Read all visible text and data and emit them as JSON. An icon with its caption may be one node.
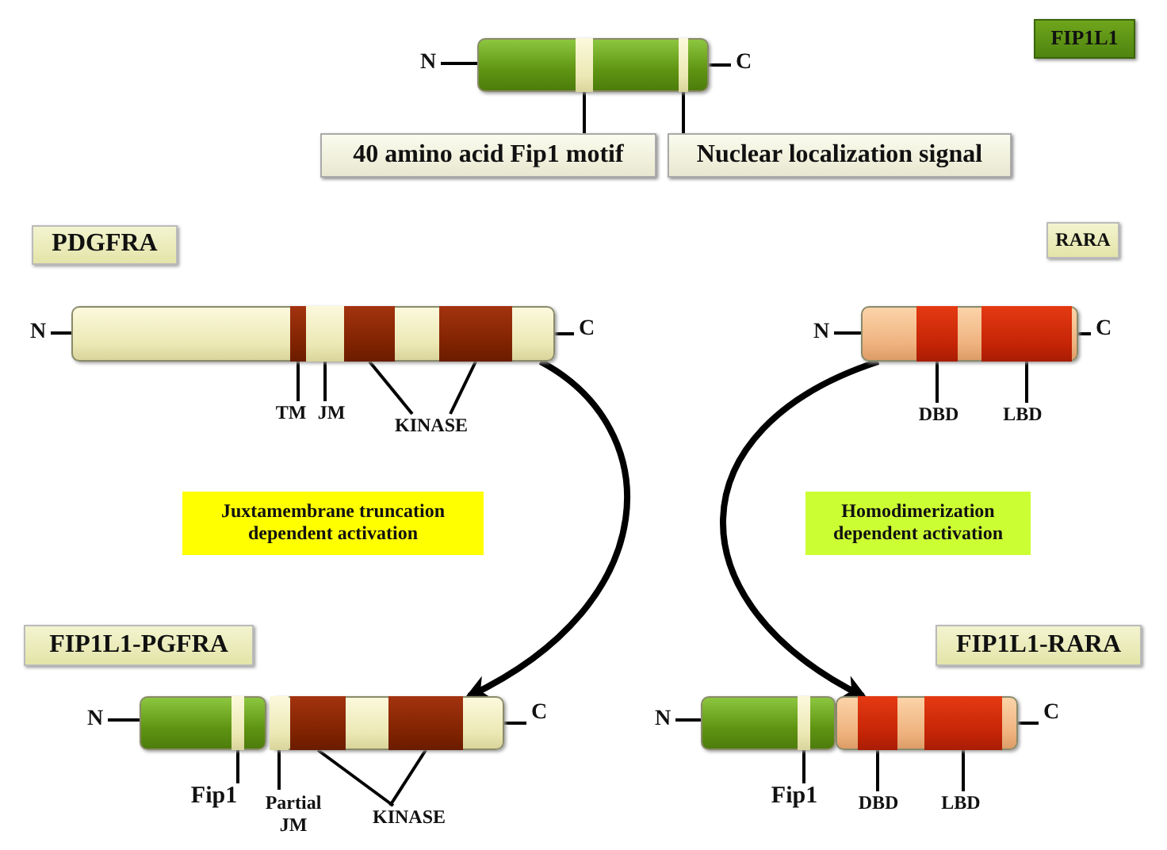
{
  "diagram": {
    "nodes": [
      {
        "text": [
          "FIP1L1"
        ]
      },
      {
        "text": [],
        "shape": "bar"
      },
      {
        "text": [],
        "shape": "bar",
        "in": 1
      },
      {
        "text": [],
        "shape": "bar",
        "in": 1
      },
      {
        "text": [
          "40 amino acid Fip1 motif"
        ]
      },
      {
        "text": [
          "Nuclear localization signal"
        ]
      },
      {
        "text": [
          "N"
        ]
      },
      {
        "text": [
          "C"
        ]
      },
      {
        "text": [
          "PDGFRA"
        ]
      },
      {
        "text": [],
        "shape": "bar"
      },
      {
        "text": [],
        "shape": "bar",
        "in": 9
      },
      {
        "text": [],
        "shape": "bar",
        "in": 9
      },
      {
        "text": [],
        "shape": "bar",
        "in": 9
      },
      {
        "text": [],
        "shape": "bar",
        "in": 9
      },
      {
        "text": [
          "TM"
        ]
      },
      {
        "text": [
          "JM"
        ]
      },
      {
        "text": [
          "KINASE"
        ]
      },
      {
        "text": [
          "N"
        ]
      },
      {
        "text": [
          "C"
        ]
      },
      {
        "text": [
          "RARA"
        ]
      },
      {
        "text": [],
        "shape": "bar"
      },
      {
        "text": [],
        "shape": "bar",
        "in": 20
      },
      {
        "text": [],
        "shape": "bar",
        "in": 20
      },
      {
        "text": [
          "DBD"
        ]
      },
      {
        "text": [
          "LBD"
        ]
      },
      {
        "text": [
          "N"
        ]
      },
      {
        "text": [
          "C"
        ]
      },
      {
        "text": [
          "Juxtamembrane truncation dependent activation"
        ]
      },
      {
        "text": [
          "Homodimerization dependent activation"
        ]
      },
      {
        "text": [
          "FIP1L1-PGFRA"
        ]
      },
      {
        "text": [],
        "shape": "bar"
      },
      {
        "text": [],
        "shape": "bar",
        "in": 30
      },
      {
        "text": [],
        "shape": "bar"
      },
      {
        "text": [],
        "shape": "bar",
        "in": 32
      },
      {
        "text": [],
        "shape": "bar",
        "in": 32
      },
      {
        "text": [],
        "shape": "bar",
        "in": 32
      },
      {
        "text": [
          "Fip1"
        ]
      },
      {
        "text": [
          "Partial JM"
        ]
      },
      {
        "text": [
          "KINASE"
        ]
      },
      {
        "text": [
          "N"
        ]
      },
      {
        "text": [
          "C"
        ]
      },
      {
        "text": [
          "FIP1L1-RARA"
        ]
      },
      {
        "text": [],
        "shape": "bar"
      },
      {
        "text": [],
        "shape": "bar",
        "in": 42
      },
      {
        "text": [],
        "shape": "bar"
      },
      {
        "text": [],
        "shape": "bar",
        "in": 44
      },
      {
        "text": [],
        "shape": "bar",
        "in": 44
      },
      {
        "text": [
          "Fip1"
        ]
      },
      {
        "text": [
          "DBD"
        ]
      },
      {
        "text": [
          "LBD"
        ]
      },
      {
        "text": [
          "N"
        ]
      },
      {
        "text": [
          "C"
        ]
      }
    ],
    "edges": [
      {
        "from": 2,
        "to": 4,
        "arrow": "none"
      },
      {
        "from": 3,
        "to": 5,
        "arrow": "none"
      },
      {
        "from": 6,
        "to": 1,
        "arrow": "none"
      },
      {
        "from": 1,
        "to": 7,
        "arrow": "none"
      },
      {
        "from": 10,
        "to": 14,
        "arrow": "none"
      },
      {
        "from": 11,
        "to": 15,
        "arrow": "none"
      },
      {
        "from": 12,
        "to": 16,
        "arrow": "none"
      },
      {
        "from": 13,
        "to": 16,
        "arrow": "none"
      },
      {
        "from": 17,
        "to": 9,
        "arrow": "none"
      },
      {
        "from": 9,
        "to": 18,
        "arrow": "none"
      },
      {
        "from": 21,
        "to": 23,
        "arrow": "none"
      },
      {
        "from": 22,
        "to": 24,
        "arrow": "none"
      },
      {
        "from": 25,
        "to": 20,
        "arrow": "none"
      },
      {
        "from": 20,
        "to": 26,
        "arrow": "none"
      },
      {
        "from": 9,
        "to": 32,
        "arrow": "to",
        "style": "thick"
      },
      {
        "from": 20,
        "to": 44,
        "arrow": "to",
        "style": "thick"
      },
      {
        "from": 31,
        "to": 36,
        "arrow": "none"
      },
      {
        "from": 33,
        "to": 37,
        "arrow": "none"
      },
      {
        "from": 34,
        "to": 38,
        "arrow": "none"
      },
      {
        "from": 35,
        "to": 38,
        "arrow": "none"
      },
      {
        "from": 39,
        "to": 30,
        "arrow": "none"
      },
      {
        "from": 32,
        "to": 40,
        "arrow": "none"
      },
      {
        "from": 43,
        "to": 47,
        "arrow": "none"
      },
      {
        "from": 45,
        "to": 48,
        "arrow": "none"
      },
      {
        "from": 46,
        "to": 49,
        "arrow": "none"
      },
      {
        "from": 50,
        "to": 42,
        "arrow": "none"
      },
      {
        "from": 44,
        "to": 51,
        "arrow": "none"
      }
    ]
  }
}
